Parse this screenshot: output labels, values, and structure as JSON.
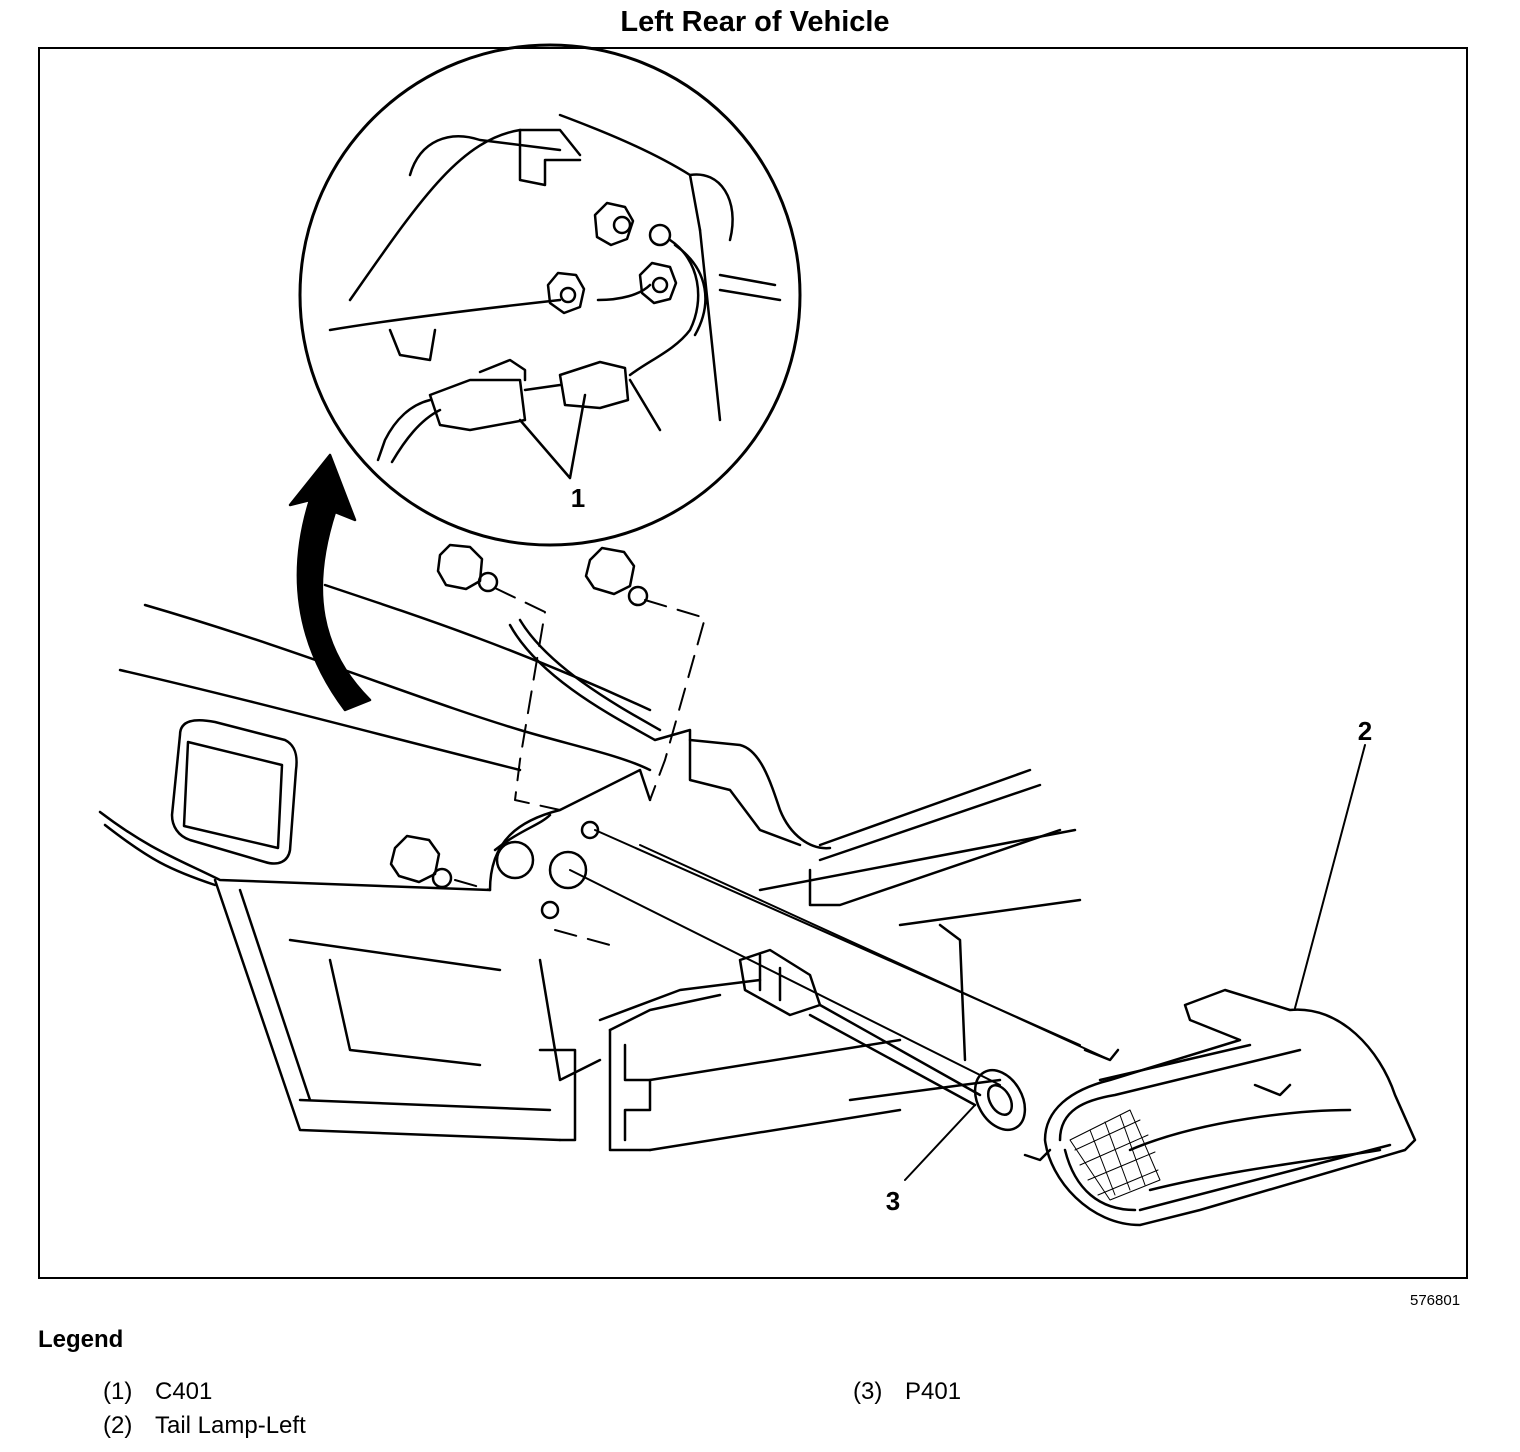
{
  "title": "Left Rear of Vehicle",
  "figure_id": "576801",
  "callouts": [
    "1",
    "2",
    "3"
  ],
  "legend": {
    "heading": "Legend",
    "items": [
      {
        "num": "(1)",
        "label": "C401"
      },
      {
        "num": "(2)",
        "label": "Tail Lamp-Left"
      },
      {
        "num": "(3)",
        "label": "P401"
      }
    ]
  }
}
